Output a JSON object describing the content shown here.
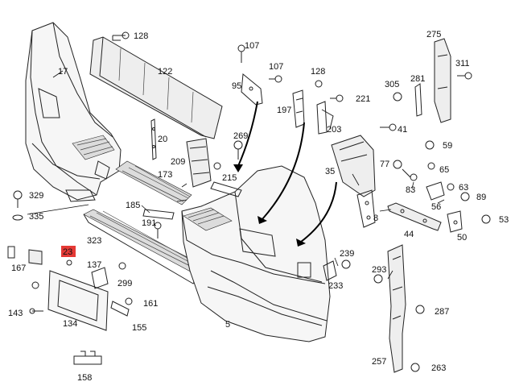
{
  "callouts": [
    "128",
    "107",
    "107",
    "275",
    "122",
    "128",
    "311",
    "95",
    "305",
    "281",
    "17",
    "197",
    "221",
    "20",
    "203",
    "41",
    "269",
    "59",
    "173",
    "209",
    "215",
    "35",
    "77",
    "65",
    "329",
    "185",
    "83",
    "63",
    "89",
    "335",
    "191",
    "56",
    "8",
    "53",
    "44",
    "323",
    "50",
    "137",
    "239",
    "23",
    "167",
    "299",
    "293",
    "233",
    "161",
    "287",
    "143",
    "134",
    "155",
    "5",
    "257",
    "263",
    "158"
  ],
  "highlight": {
    "part_number": "23",
    "color": "#e53935"
  }
}
